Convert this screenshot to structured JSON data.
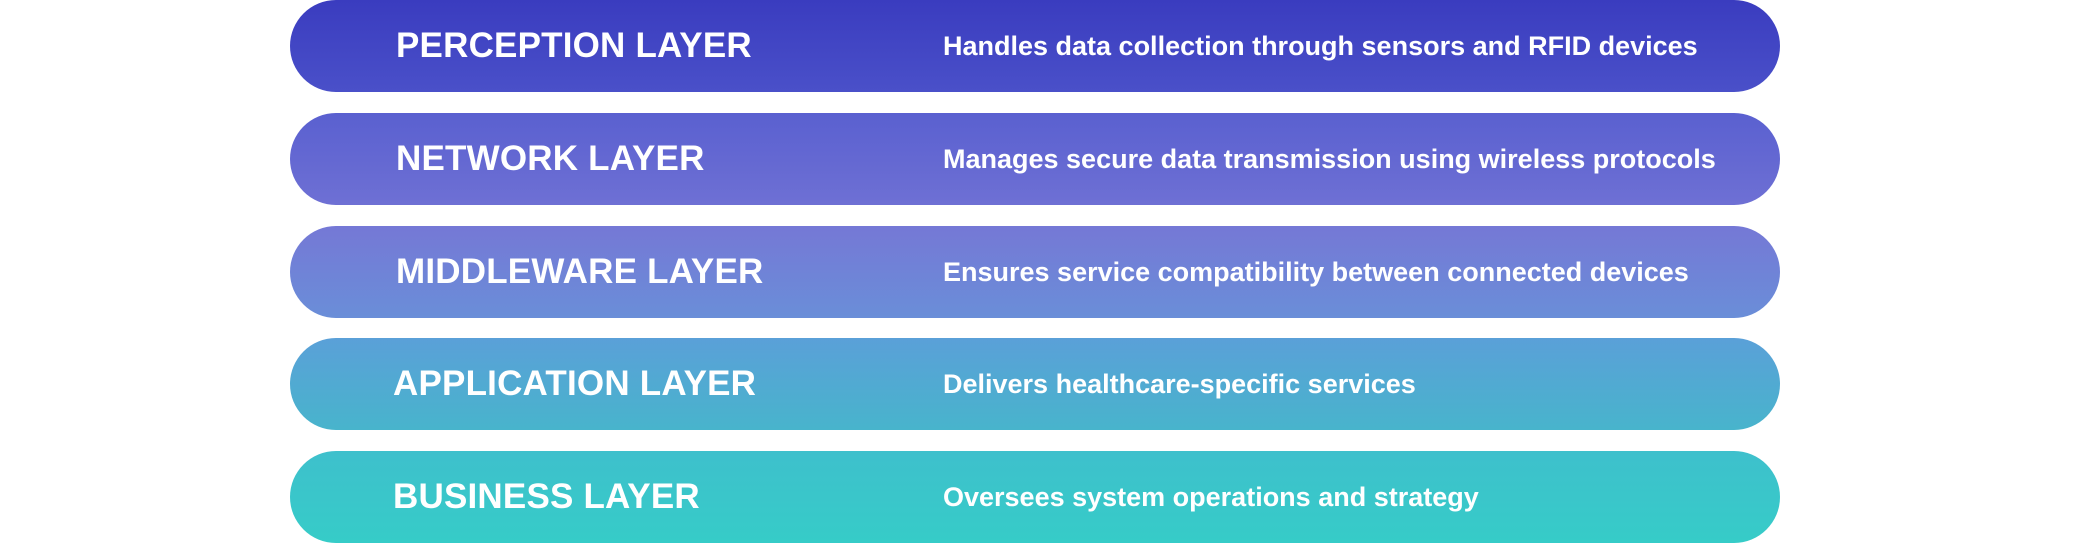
{
  "diagram": {
    "layers": [
      {
        "name": "PERCEPTION LAYER",
        "description": "Handles data collection through sensors and RFID devices",
        "color": "#3f44c4"
      },
      {
        "name": "NETWORK LAYER",
        "description": "Manages secure data transmission using wireless protocols",
        "color": "#6468d2"
      },
      {
        "name": "MIDDLEWARE LAYER",
        "description": "Ensures service compatibility between connected devices",
        "color": "#6f84d7"
      },
      {
        "name": "APPLICATION LAYER",
        "description": "Delivers healthcare-specific services",
        "color": "#4eaad2"
      },
      {
        "name": "BUSINESS LAYER",
        "description": "Oversees system operations and strategy",
        "color": "#39c6ca"
      }
    ]
  }
}
